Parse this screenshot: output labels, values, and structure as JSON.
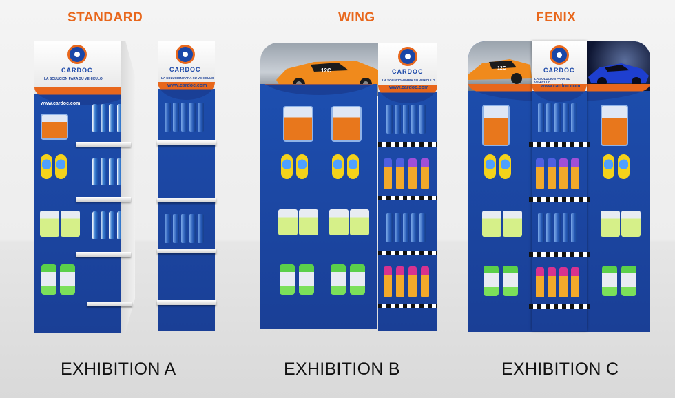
{
  "displays": [
    {
      "heading": "STANDARD",
      "caption": "EXHIBITION A"
    },
    {
      "heading": "WING",
      "caption": "EXHIBITION B"
    },
    {
      "heading": "FENIX",
      "caption": "EXHIBITION C"
    }
  ],
  "brand": {
    "name": "CARDOC",
    "tagline": "LA SOLUCION PARA SU VEHICULO",
    "website": "www.cardoc.com",
    "car_badge": "12C"
  },
  "colors": {
    "heading": "#e8671c",
    "panel_blue": "#1a3f96",
    "accent_orange": "#e8671c"
  }
}
